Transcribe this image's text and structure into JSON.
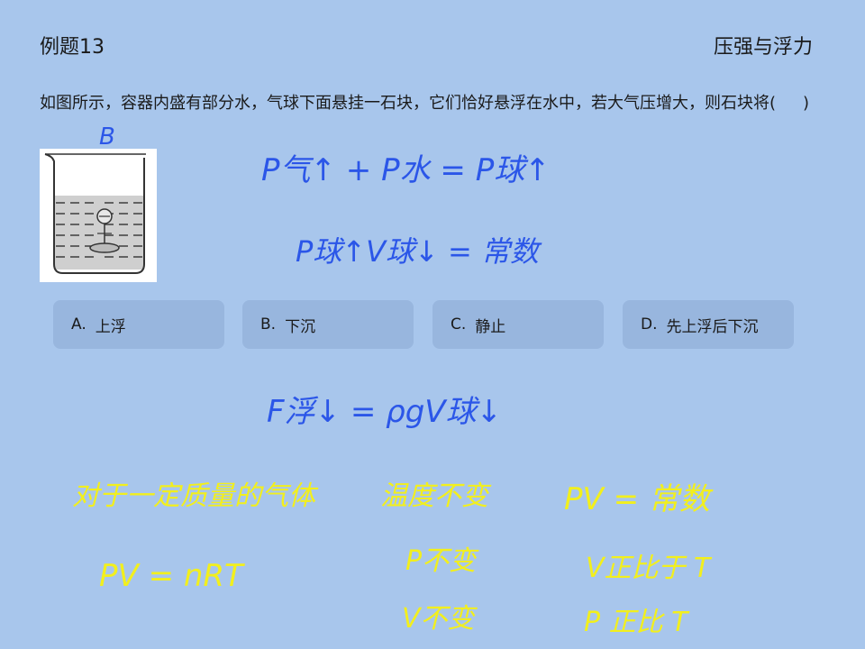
{
  "header": {
    "problem_title": "例题13",
    "topic": "压强与浮力"
  },
  "question": {
    "text": "如图所示，容器内盛有部分水，气球下面悬挂一石块，它们恰好悬浮在水中，若大气压增大，则石块将(",
    "close": ")"
  },
  "options": [
    {
      "letter": "A.",
      "text": "上浮"
    },
    {
      "letter": "B.",
      "text": "下沉"
    },
    {
      "letter": "C.",
      "text": "静止"
    },
    {
      "letter": "D.",
      "text": "先上浮后下沉"
    }
  ],
  "annotations": {
    "blue": [
      {
        "id": "answer",
        "text": "B"
      },
      {
        "id": "eq1",
        "text": "P气↑ + P水 = P球↑"
      },
      {
        "id": "eq2",
        "text": "P球↑V球↓ = 常数"
      },
      {
        "id": "eq3",
        "text": "F浮↓ = ρgV球↓"
      }
    ],
    "yellow": [
      {
        "id": "note1",
        "text": "对于一定质量的气体"
      },
      {
        "id": "note2",
        "text": "温度不变"
      },
      {
        "id": "note3",
        "text": "PV = 常数"
      },
      {
        "id": "note4",
        "text": "PV = nRT"
      },
      {
        "id": "note5",
        "text": "P不变"
      },
      {
        "id": "note6",
        "text": "V正比于 T"
      },
      {
        "id": "note7",
        "text": "V不变"
      },
      {
        "id": "note8",
        "text": "P 正比 T"
      }
    ]
  },
  "colors": {
    "background": "#a8c6ec",
    "option_bg": "#98b6de",
    "pen_blue": "#2b56e8",
    "pen_yellow": "#f2ef1d"
  }
}
